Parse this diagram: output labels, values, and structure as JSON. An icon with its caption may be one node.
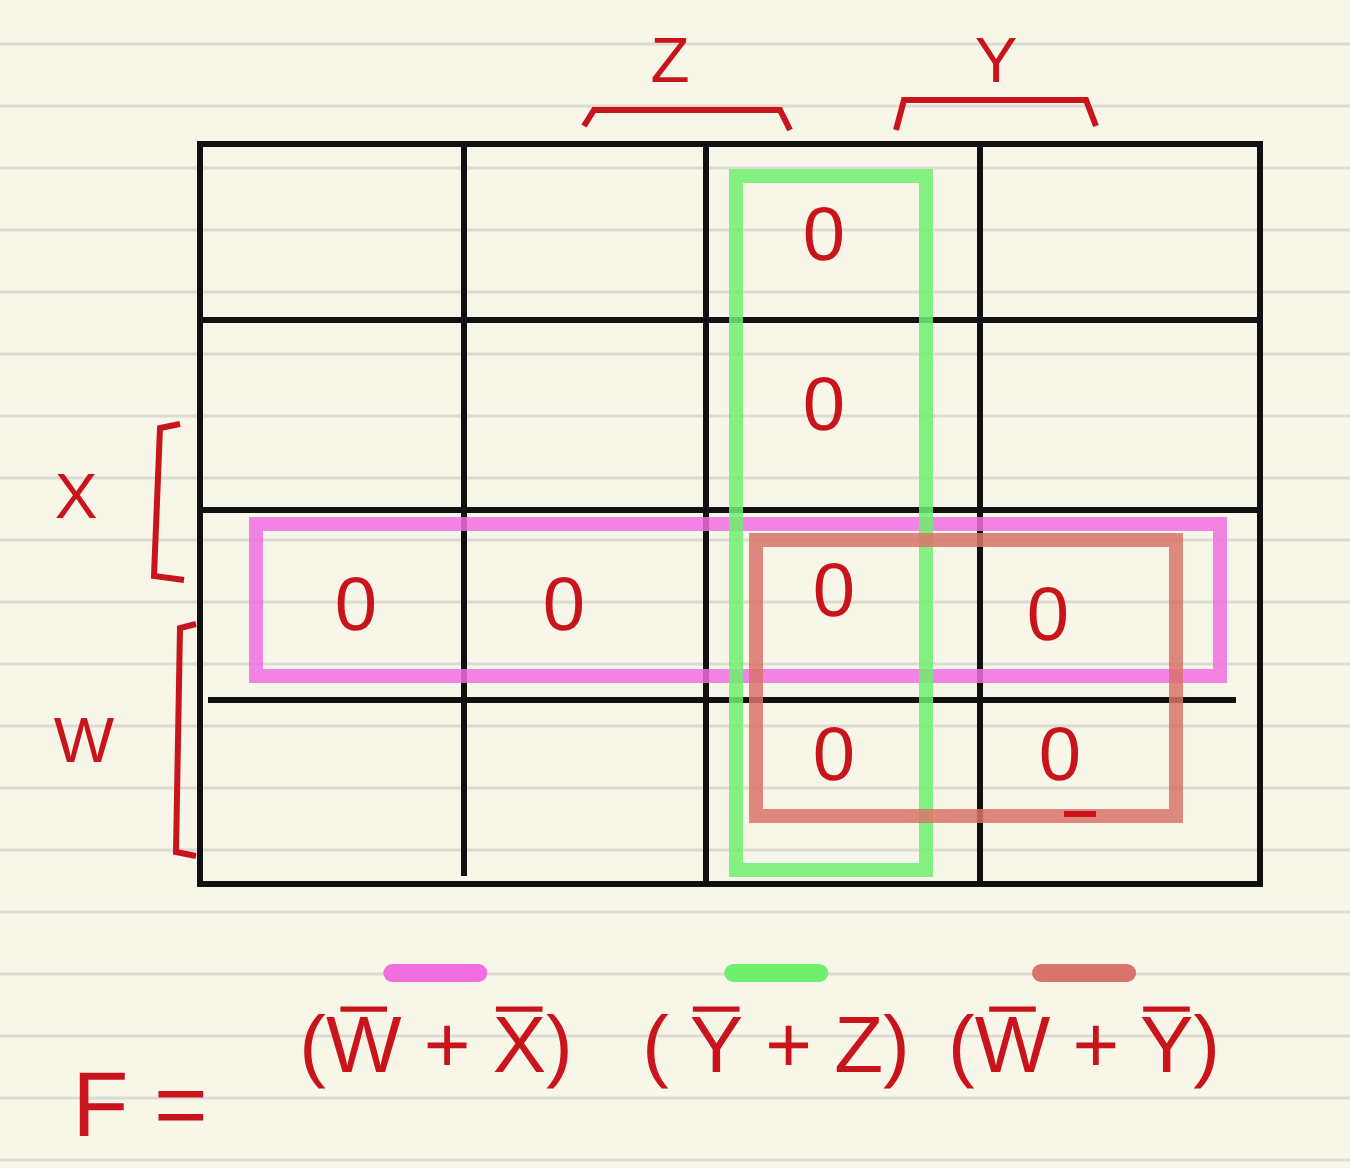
{
  "diagram": {
    "labels": [
      "Z",
      "Y",
      "X",
      "W",
      "0",
      "0",
      "0",
      "0",
      "0",
      "0",
      "0",
      "0",
      "F ="
    ],
    "legend": [
      {
        "text": "(W̅ + X̅)",
        "color": "#f06ee0"
      },
      {
        "text": "( Y̅ + Z)",
        "color": "#6ef06e"
      },
      {
        "text": "(W̅ + Y̅)",
        "color": "#d9746a"
      }
    ]
  }
}
